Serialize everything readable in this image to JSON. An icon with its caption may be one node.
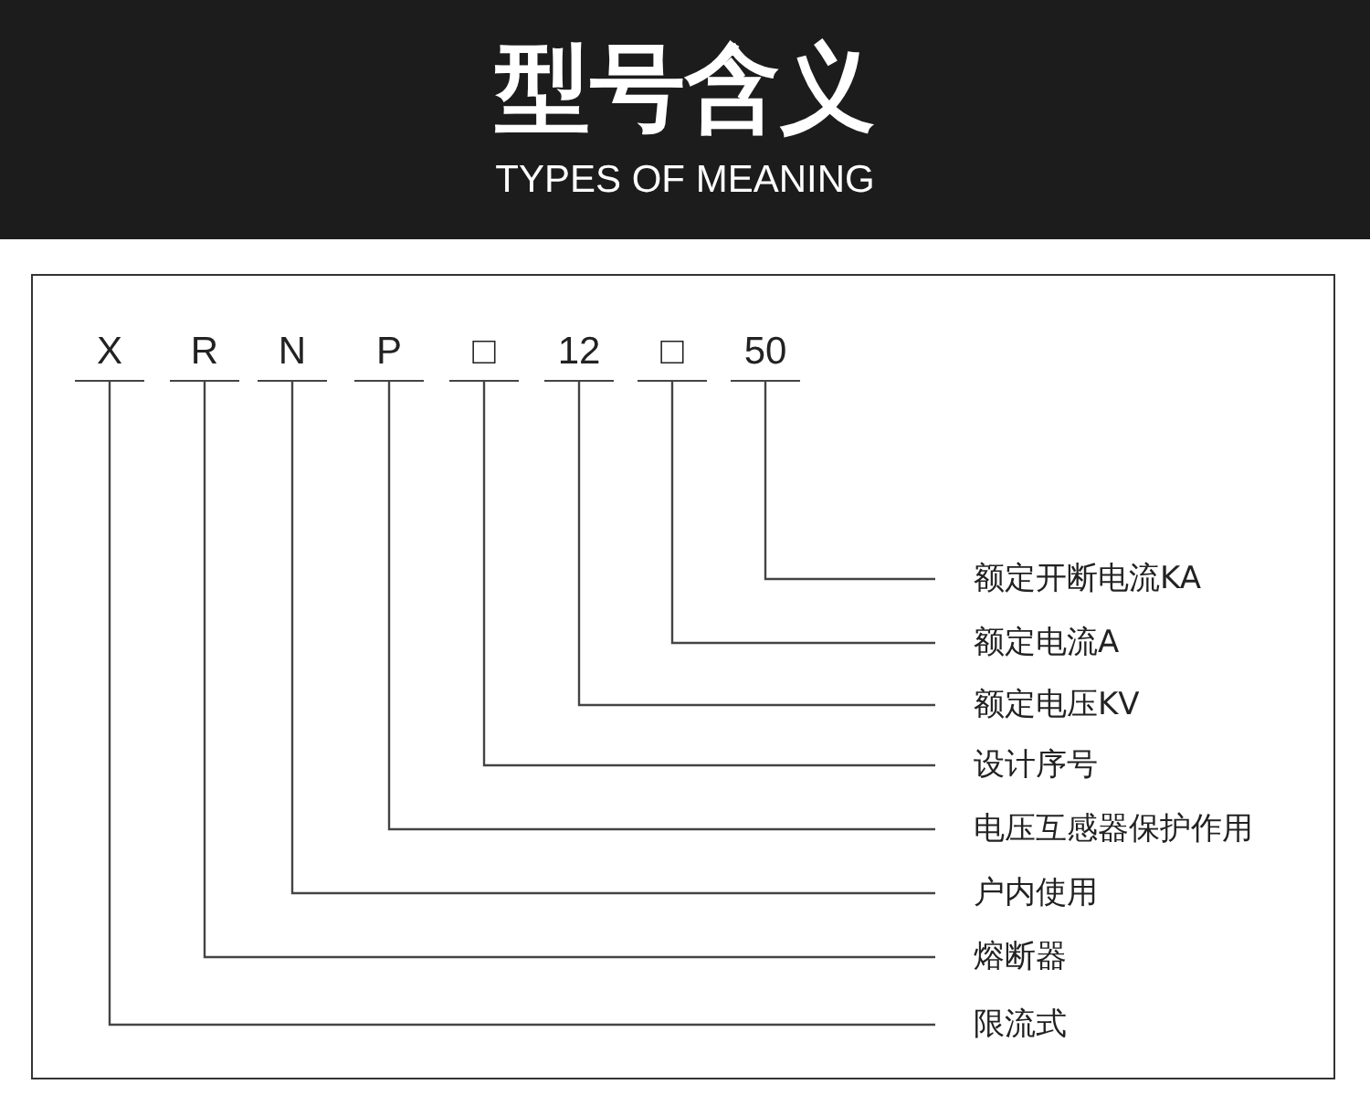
{
  "diagram": {
    "title": "型号含义",
    "caption": "TYPES OF MEANING",
    "nodes": [
      {
        "text": [
          "X"
        ]
      },
      {
        "text": [
          "R"
        ]
      },
      {
        "text": [
          "N"
        ]
      },
      {
        "text": [
          "P"
        ]
      },
      {
        "text": [
          "□"
        ]
      },
      {
        "text": [
          "12"
        ]
      },
      {
        "text": [
          "□"
        ]
      },
      {
        "text": [
          "50"
        ]
      },
      {
        "text": [
          "额定开断电流KA"
        ]
      },
      {
        "text": [
          "额定电流A"
        ]
      },
      {
        "text": [
          "额定电压KV"
        ]
      },
      {
        "text": [
          "设计序号"
        ]
      },
      {
        "text": [
          "电压互感器保护作用"
        ]
      },
      {
        "text": [
          "户内使用"
        ]
      },
      {
        "text": [
          "熔断器"
        ]
      },
      {
        "text": [
          "限流式"
        ]
      }
    ],
    "edges": [
      {
        "from": 7,
        "to": 8,
        "arrow": "none"
      },
      {
        "from": 6,
        "to": 9,
        "arrow": "none"
      },
      {
        "from": 5,
        "to": 10,
        "arrow": "none"
      },
      {
        "from": 4,
        "to": 11,
        "arrow": "none"
      },
      {
        "from": 3,
        "to": 12,
        "arrow": "none"
      },
      {
        "from": 2,
        "to": 13,
        "arrow": "none"
      },
      {
        "from": 1,
        "to": 14,
        "arrow": "none"
      },
      {
        "from": 0,
        "to": 15,
        "arrow": "none"
      }
    ]
  }
}
